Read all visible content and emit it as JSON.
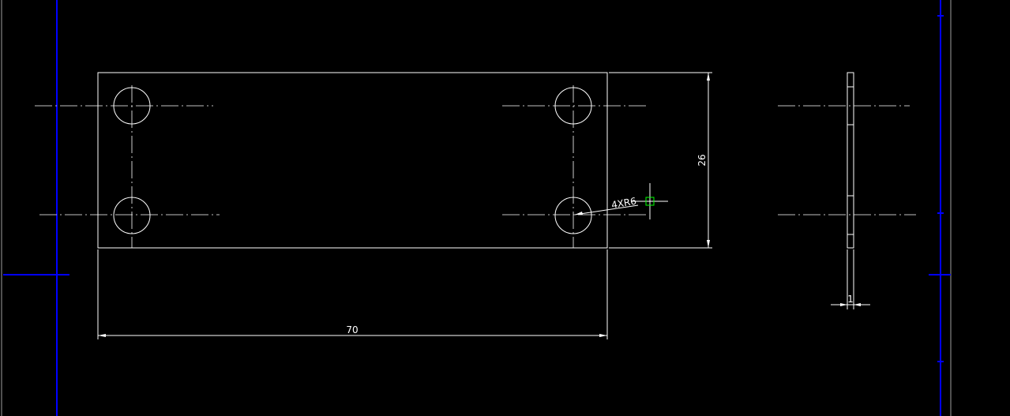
{
  "drawing": {
    "background": "#000000",
    "line_color": "#ffffff",
    "frame_color": "#0000ff",
    "cursor_color": "#00ff00",
    "dimensions": {
      "overall_length": "70",
      "overall_height": "26",
      "hole_callout": "4XR6",
      "thickness": "1"
    }
  }
}
